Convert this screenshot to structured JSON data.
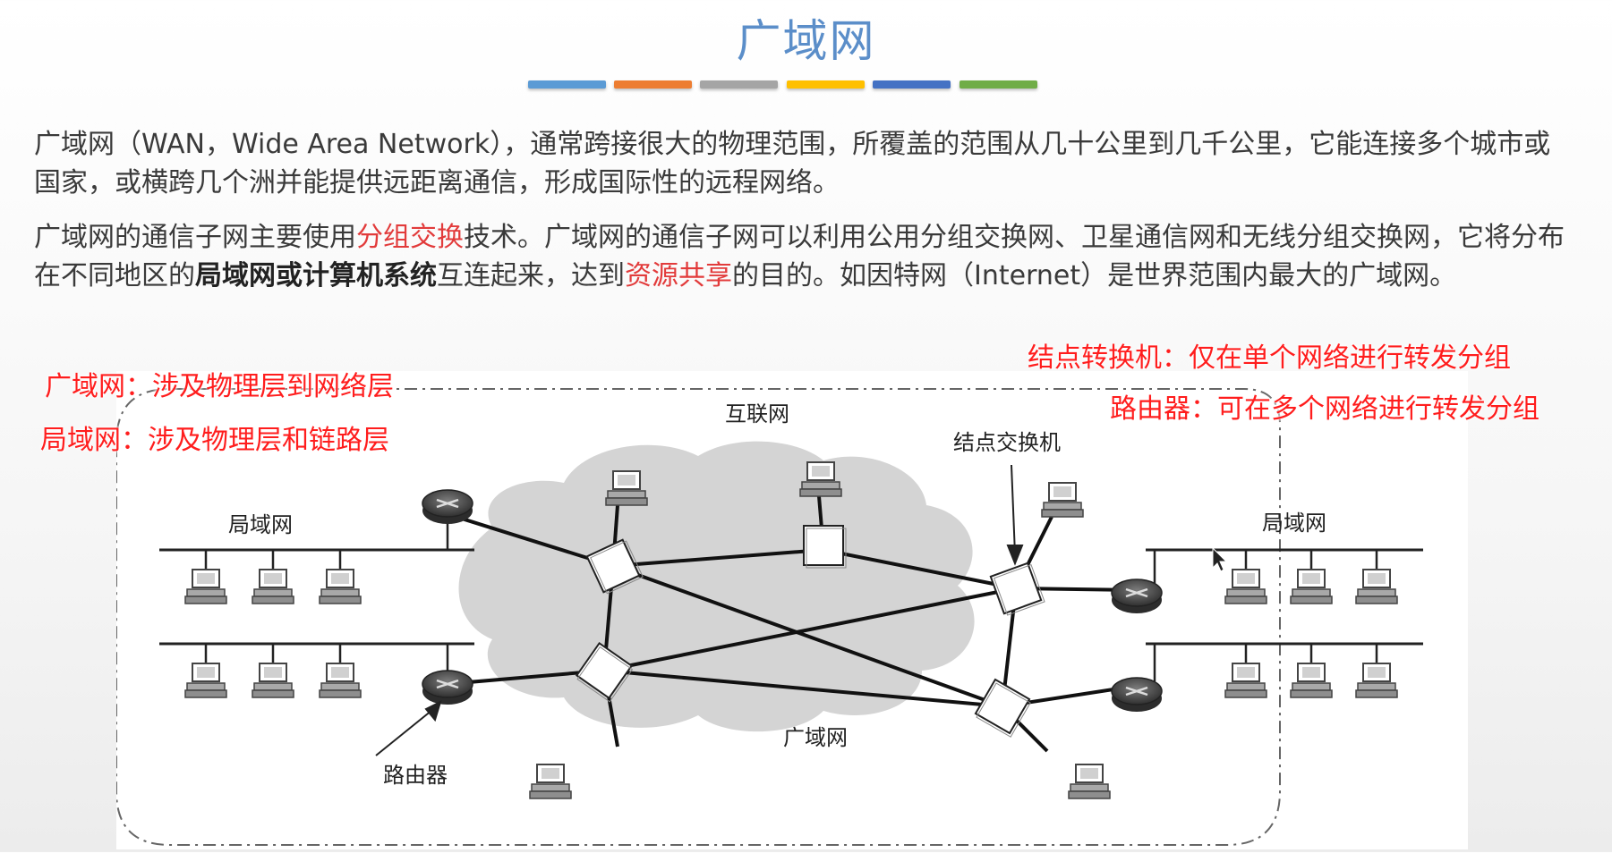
{
  "title": "广域网",
  "title_bar_colors": [
    "#5b9bd5",
    "#ed7d31",
    "#a5a5a5",
    "#ffc000",
    "#4472c4",
    "#70ad47"
  ],
  "paragraph1": {
    "text": "广域网（WAN，Wide Area Network），通常跨接很大的物理范围，所覆盖的范围从几十公里到几千公里，它能连接多个城市或国家，或横跨几个洲并能提供远距离通信，形成国际性的远程网络。"
  },
  "paragraph2": {
    "p1": "广域网的通信子网主要使用",
    "h1": "分组交换",
    "p2": "技术。广域网的通信子网可以利用公用分组交换网、卫星通信网和无线分组交换网，它将分布在不同地区的",
    "b1": "局域网或计算机系统",
    "p3": "互连起来，达到",
    "h2": "资源共享",
    "p4": "的目的。如因特网（Internet）是世界范围内最大的广域网。"
  },
  "notes": {
    "wan_layers": "广域网：涉及物理层到网络层",
    "lan_layers": "局域网：涉及物理层和链路层",
    "switch_note": "结点转换机：仅在单个网络进行转发分组",
    "router_note": "路由器：可在多个网络进行转发分组"
  },
  "diagram": {
    "internet_label": "互联网",
    "wan_label": "广域网",
    "node_switch_label": "结点交换机",
    "router_label": "路由器",
    "lan_top_left": "局域网",
    "lan_top_right": "局域网"
  },
  "colors": {
    "title": "#5b8ec9",
    "highlight_red": "#e23b3b",
    "annotation_red": "#ff1d1d",
    "cloud_gray": "#d4d4d4"
  },
  "icons": [
    "router-icon",
    "computer-icon",
    "node-switch-icon",
    "cursor-icon"
  ]
}
